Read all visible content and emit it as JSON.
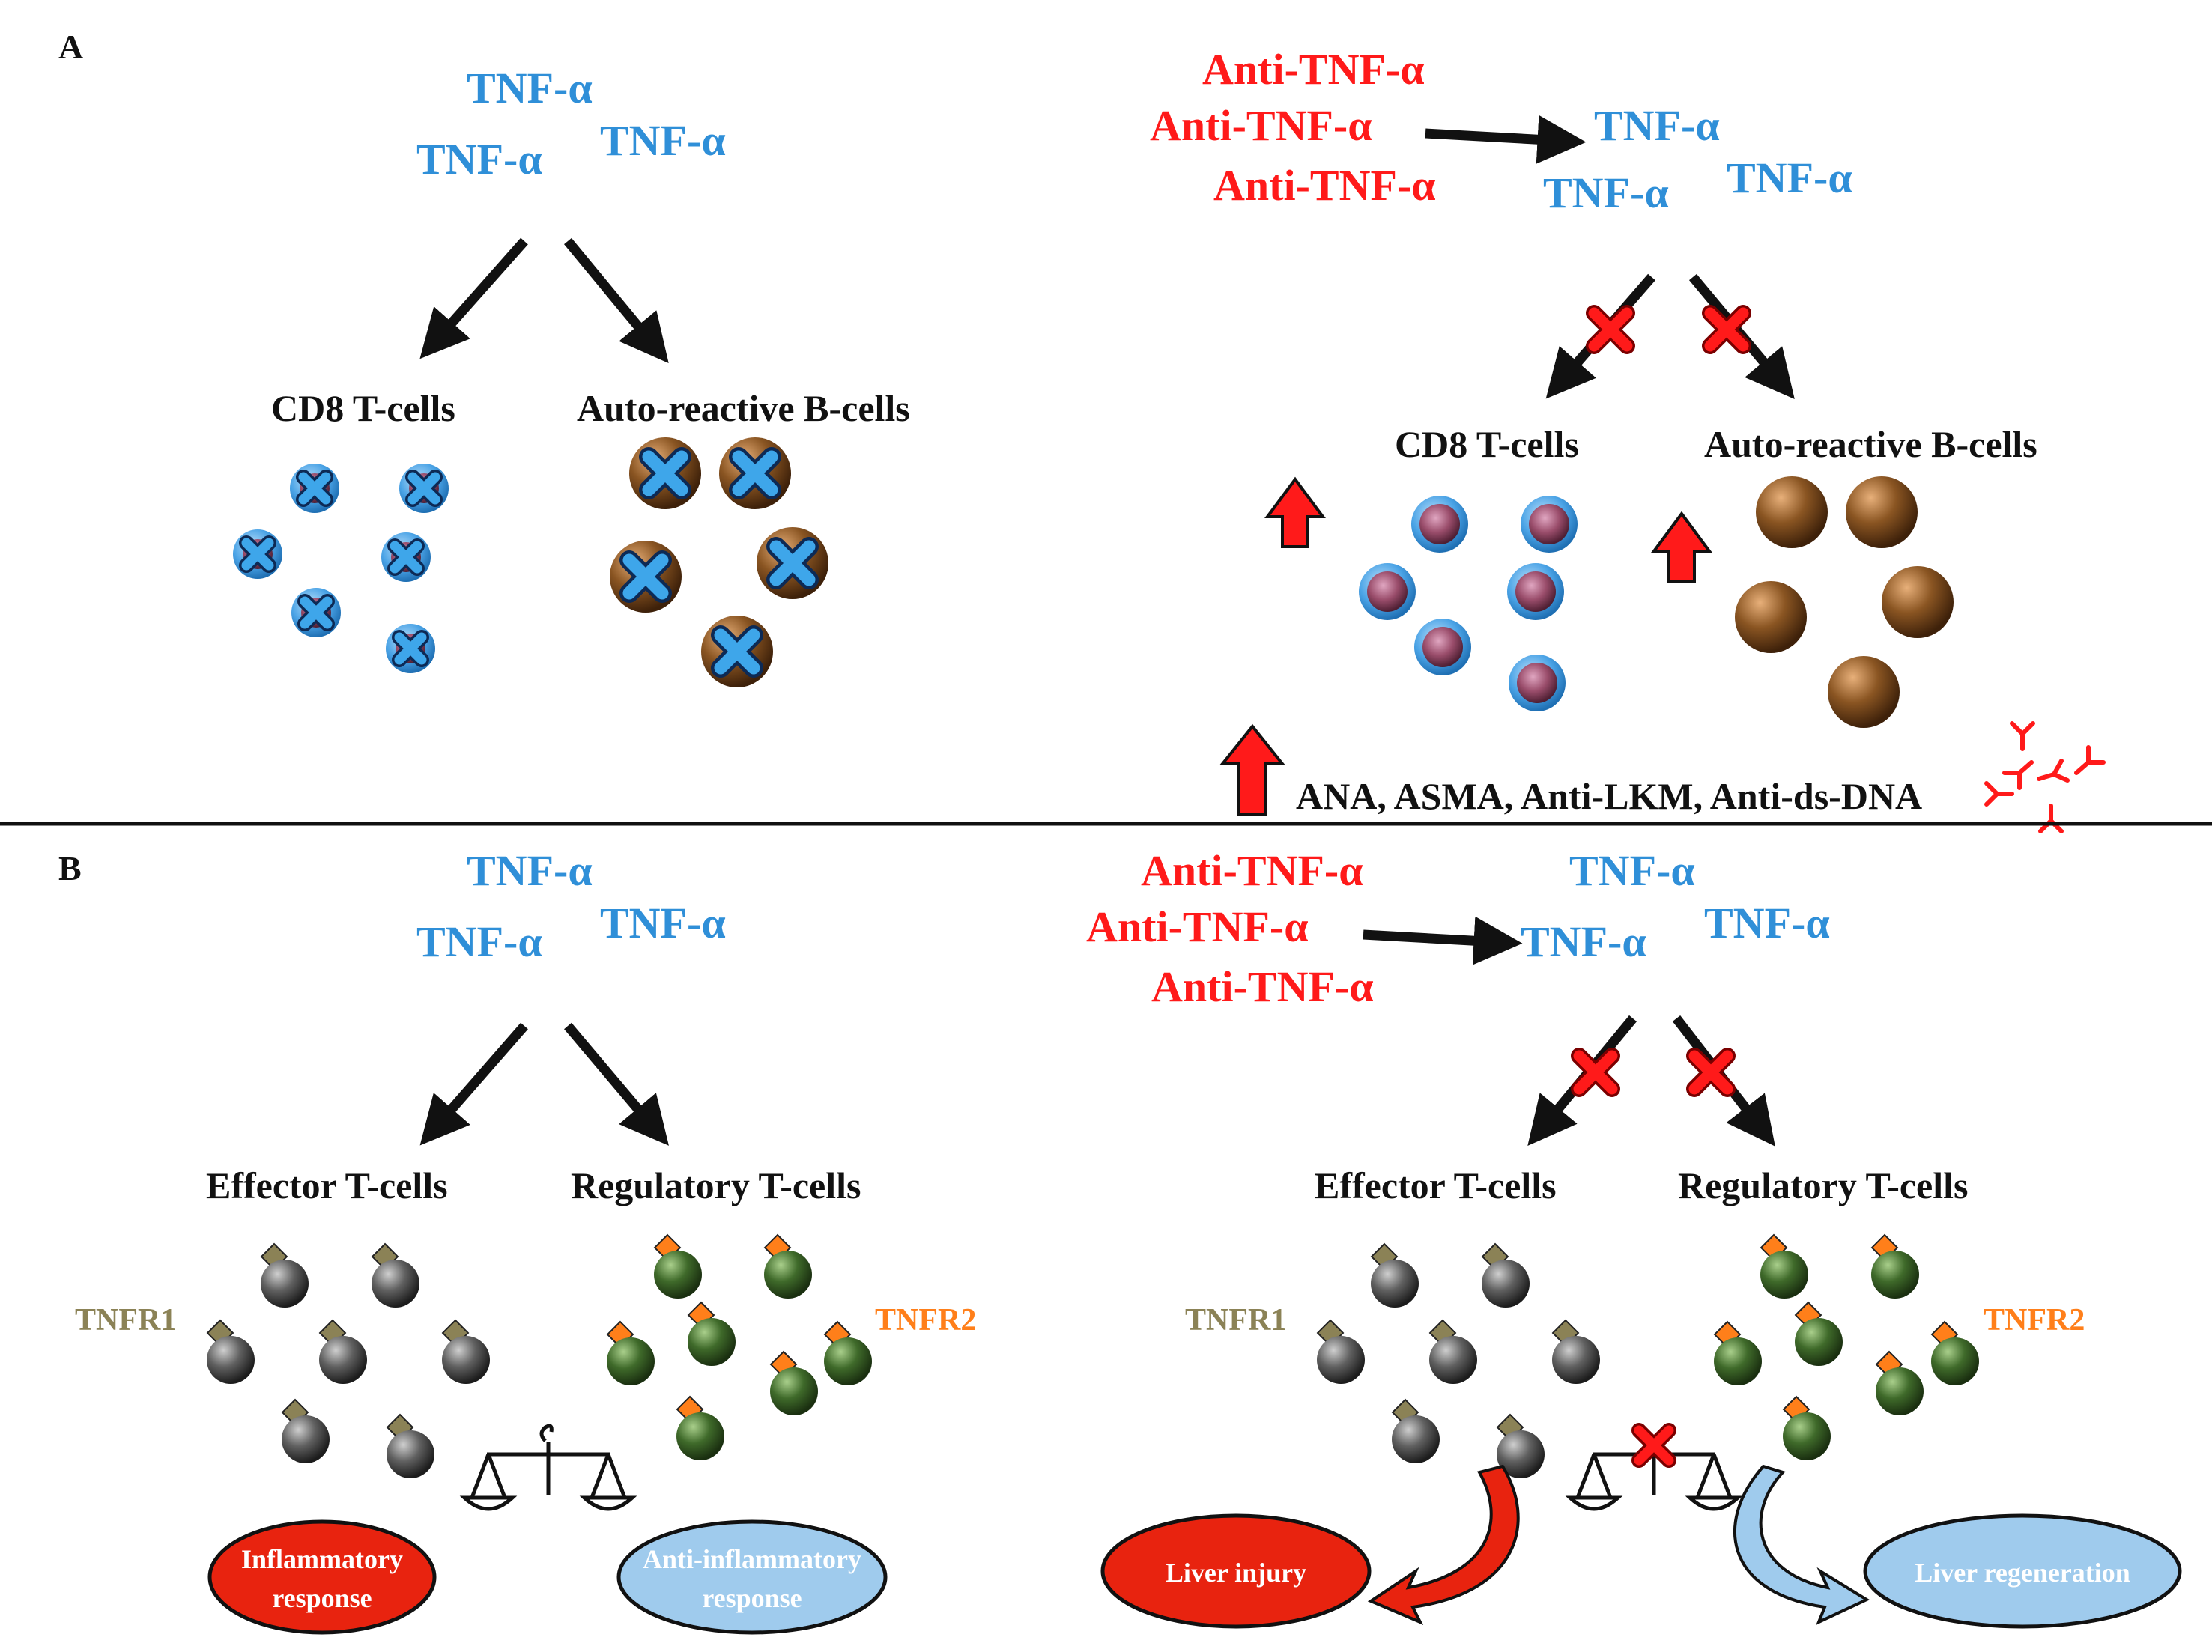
{
  "panel_a": {
    "label": "A",
    "left": {
      "tnf": [
        "TNF-α",
        "TNF-α",
        "TNF-α"
      ],
      "cd8_label": "CD8 T-cells",
      "bcell_label": "Auto-reactive B-cells"
    },
    "right": {
      "anti": [
        "Anti-TNF-α",
        "Anti-TNF-α",
        "Anti-TNF-α"
      ],
      "tnf": [
        "TNF-α",
        "TNF-α",
        "TNF-α"
      ],
      "cd8_label": "CD8 T-cells",
      "bcell_label": "Auto-reactive B-cells",
      "autoantibodies": "ANA, ASMA, Anti-LKM, Anti-ds-DNA"
    }
  },
  "panel_b": {
    "label": "B",
    "left": {
      "tnf": [
        "TNF-α",
        "TNF-α",
        "TNF-α"
      ],
      "effector_label": "Effector T-cells",
      "regulatory_label": "Regulatory T-cells",
      "tnfr1": "TNFR1",
      "tnfr2": "TNFR2",
      "oval_left": [
        "Inflammatory",
        "response"
      ],
      "oval_right": [
        "Anti-inflammatory",
        "response"
      ]
    },
    "right": {
      "anti": [
        "Anti-TNF-α",
        "Anti-TNF-α",
        "Anti-TNF-α"
      ],
      "tnf": [
        "TNF-α",
        "TNF-α",
        "TNF-α"
      ],
      "effector_label": "Effector T-cells",
      "regulatory_label": "Regulatory T-cells",
      "tnfr1": "TNFR1",
      "tnfr2": "TNFR2",
      "oval_left": "Liver injury",
      "oval_right": "Liver regeneration"
    }
  },
  "colors": {
    "tnf": "#2f8fd8",
    "anti_tnf": "#ff1a1a",
    "inflammatory_oval": "#e8230f",
    "anti_inflammatory_oval": "#9fcbed",
    "tnfr1": "#8b8256",
    "tnfr2": "#ff7f1a",
    "cd8_cell": "#9a4d6b",
    "b_cell": "#7a4a1c",
    "effector_cell": "#555555",
    "regulatory_cell": "#3f5e2c"
  }
}
